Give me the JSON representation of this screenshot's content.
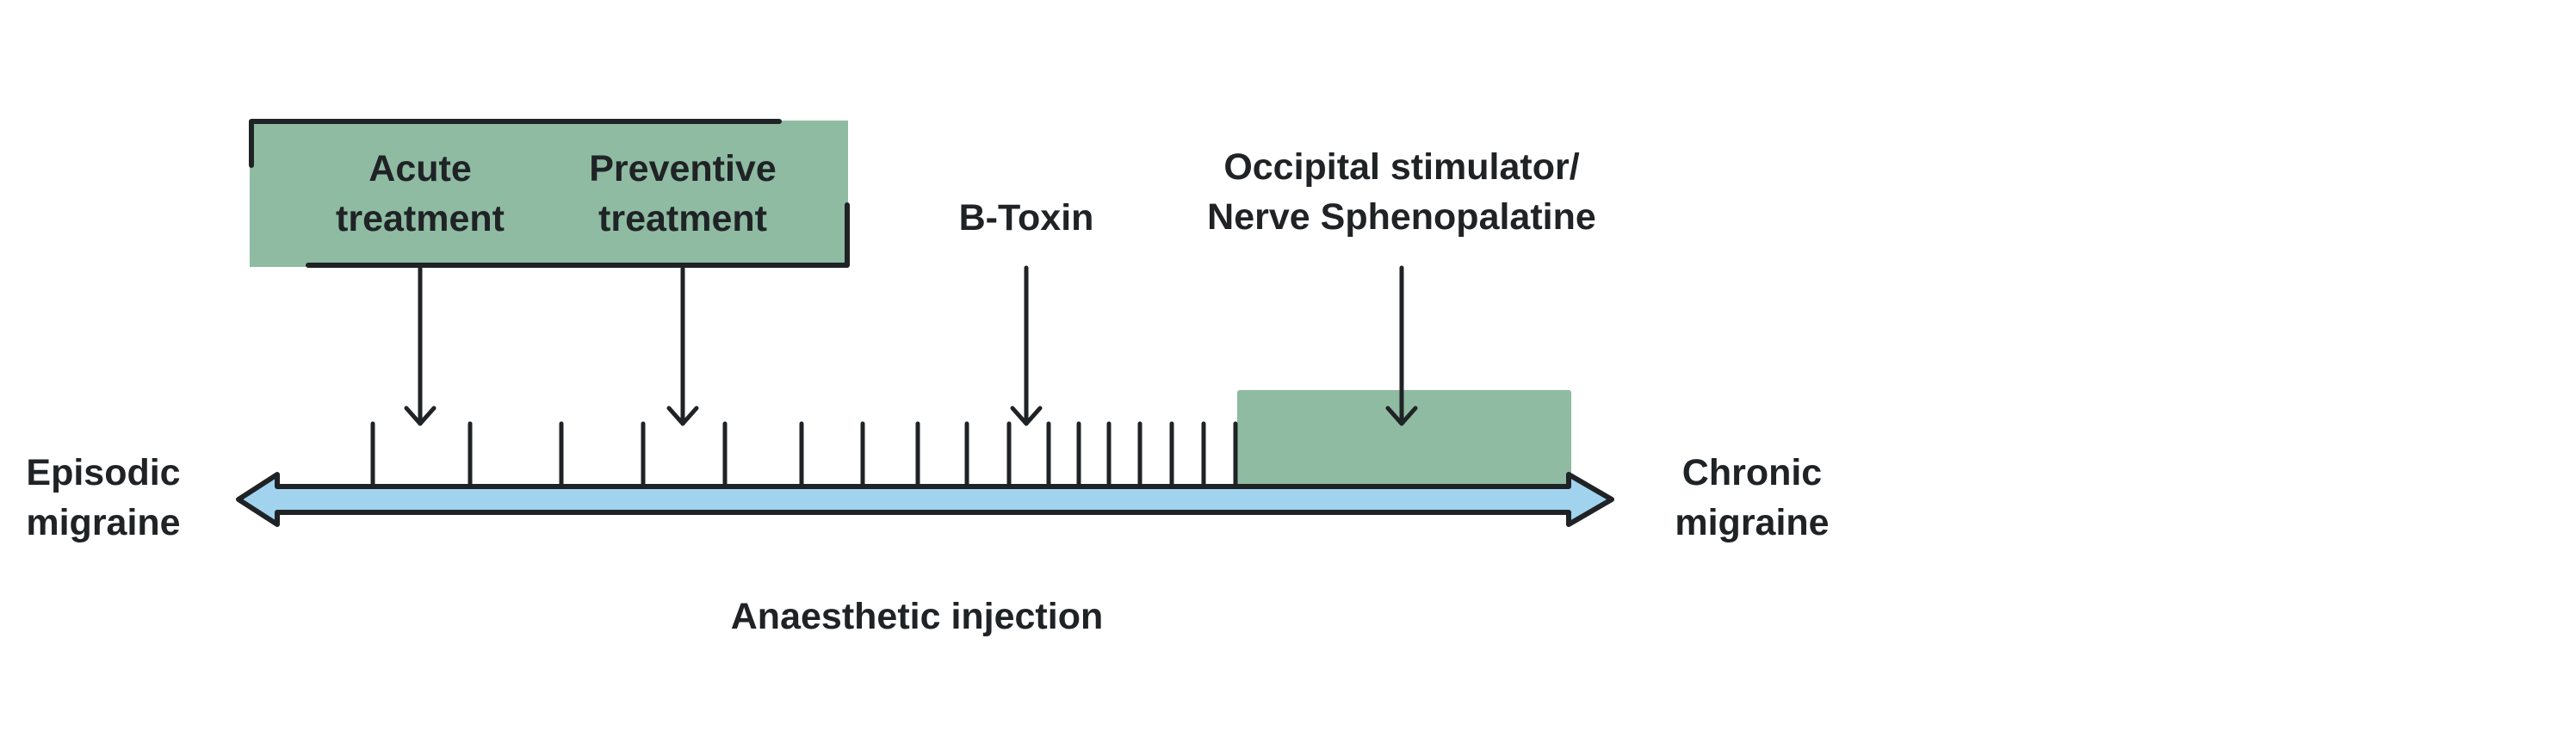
{
  "colors": {
    "box_fill": "#8fbba2",
    "arrow_fill": "#a2d3ee",
    "stroke": "#1f2326",
    "background": "#ffffff"
  },
  "diagram": {
    "left_end": {
      "line1": "Episodic",
      "line2": "migraine"
    },
    "right_end": {
      "line1": "Chronic",
      "line2": "migraine"
    },
    "acute": {
      "line1": "Acute",
      "line2": "treatment"
    },
    "preventive": {
      "line1": "Preventive",
      "line2": "treatment"
    },
    "btoxin": {
      "label": "B-Toxin"
    },
    "occipital": {
      "line1": "Occipital stimulator/",
      "line2": "Nerve Sphenopalatine"
    },
    "anaesthetic": {
      "label": "Anaesthetic injection"
    }
  }
}
